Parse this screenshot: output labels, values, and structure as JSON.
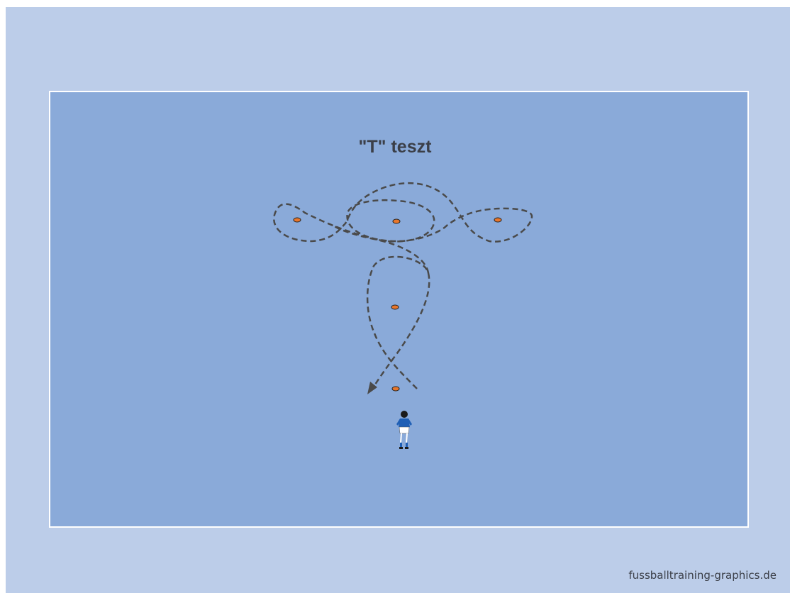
{
  "title": "\"T\" teszt",
  "watermark": "fussballtraining-graphics.de",
  "colors": {
    "background": "#bccde9",
    "pitch": "#8aaad9",
    "pitch_line": "#ffffff",
    "path": "#4a4a4a",
    "cone": "#e8762b",
    "player_shirt": "#1f5fb5"
  },
  "elements": {
    "cones": [
      "cone-left",
      "cone-center",
      "cone-right",
      "cone-middle",
      "cone-start"
    ],
    "player": "player-icon",
    "path": "dashed-running-path"
  }
}
